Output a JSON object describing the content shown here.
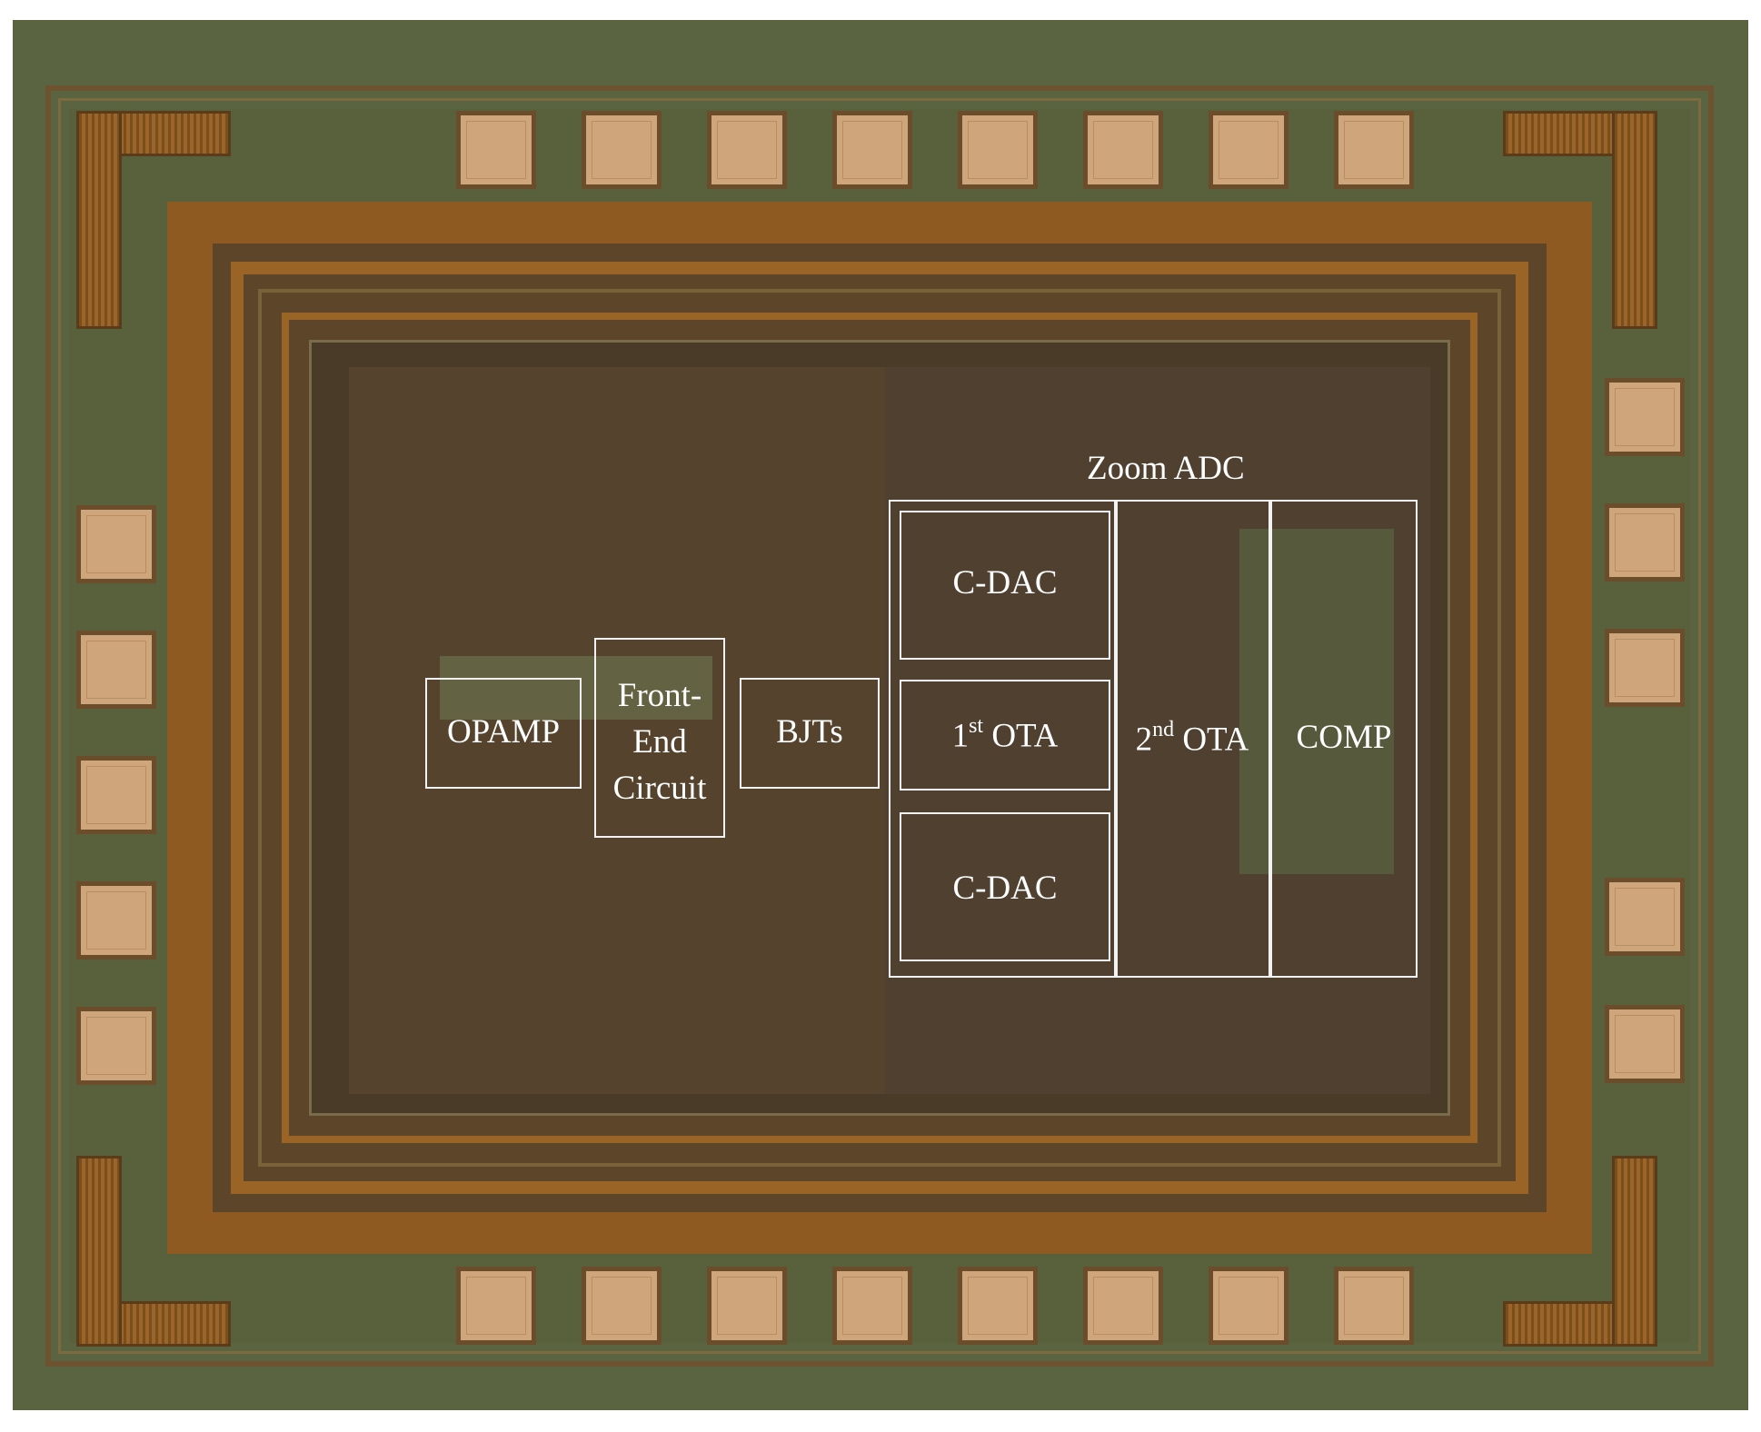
{
  "labels": {
    "zoom_adc": "Zoom ADC",
    "cdac_top": "C-DAC",
    "cdac_bottom": "C-DAC",
    "ota1_num": "1",
    "ota1_sup": "st",
    "ota1_text": "OTA",
    "ota2_num": "2",
    "ota2_sup": "nd",
    "ota2_text": "OTA",
    "comp": "COMP",
    "opamp": "OPAMP",
    "front_end_l1": "Front-",
    "front_end_l2": "End",
    "front_end_l3": "Circuit",
    "bjts": "BJTs"
  },
  "colors": {
    "annotation": "#ffffff",
    "pad": "#cfa57c",
    "seal_ring": "#8f5a22",
    "die": "#5b6440"
  },
  "pads": {
    "top_count": 8,
    "bottom_count": 8,
    "left_count": 5,
    "right_count": 5
  }
}
